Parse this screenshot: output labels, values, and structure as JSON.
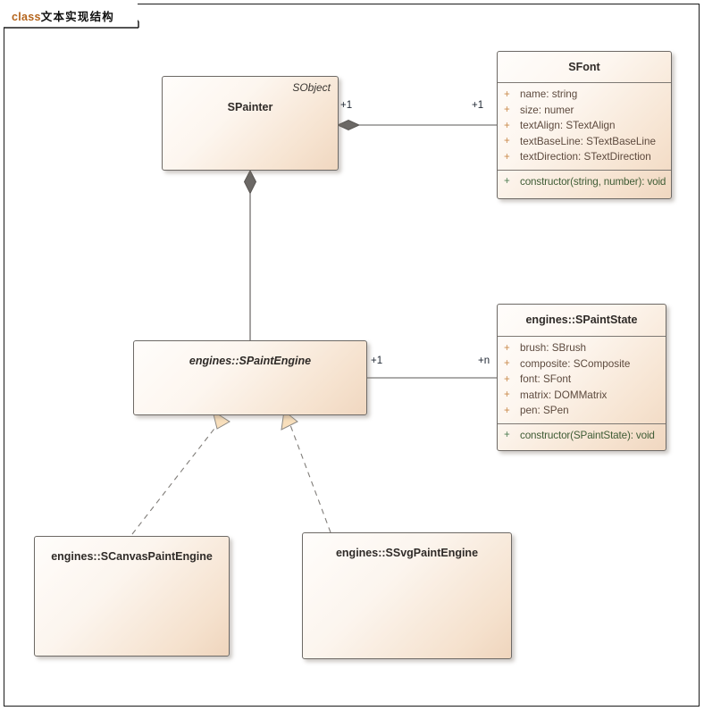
{
  "frame": {
    "tab_keyword": "class",
    "tab_title": "文本实现结构"
  },
  "colors": {
    "box_border": "#6e6a66",
    "box_fill_light": "#fffdfb",
    "box_fill_dark": "#f0d7c0",
    "attribute_text": "#5d4a3e",
    "attribute_visibility": "#c98a4b",
    "operation_text": "#3f5c35",
    "operation_visibility": "#4e7d52",
    "connector_line": "#5a5754",
    "diamond_fill": "#6b6865",
    "realization_arrow_fill": "#f8dfbc",
    "tab_keyword_color": "#b5651d"
  },
  "classes": [
    {
      "id": "spainter",
      "name": "SPainter",
      "stereotype": "SObject",
      "abstract": false,
      "attributes": [],
      "operations": []
    },
    {
      "id": "sfont",
      "name": "SFont",
      "stereotype": "",
      "abstract": false,
      "attributes": [
        {
          "visibility": "+",
          "text": "name: string"
        },
        {
          "visibility": "+",
          "text": "size: numer"
        },
        {
          "visibility": "+",
          "text": "textAlign: STextAlign"
        },
        {
          "visibility": "+",
          "text": "textBaseLine: STextBaseLine"
        },
        {
          "visibility": "+",
          "text": "textDirection: STextDirection"
        }
      ],
      "operations": [
        {
          "visibility": "+",
          "text": "constructor(string, number): void"
        }
      ]
    },
    {
      "id": "spaintengine",
      "name": "engines::SPaintEngine",
      "stereotype": "",
      "abstract": true,
      "attributes": [],
      "operations": []
    },
    {
      "id": "spaintstate",
      "name": "engines::SPaintState",
      "stereotype": "",
      "abstract": false,
      "attributes": [
        {
          "visibility": "+",
          "text": "brush: SBrush"
        },
        {
          "visibility": "+",
          "text": "composite: SComposite"
        },
        {
          "visibility": "+",
          "text": "font: SFont"
        },
        {
          "visibility": "+",
          "text": "matrix: DOMMatrix"
        },
        {
          "visibility": "+",
          "text": "pen: SPen"
        }
      ],
      "operations": [
        {
          "visibility": "+",
          "text": "constructor(SPaintState): void"
        }
      ]
    },
    {
      "id": "scanvaspaintengine",
      "name": "engines::SCanvasPaintEngine",
      "stereotype": "",
      "abstract": false,
      "attributes": [],
      "operations": []
    },
    {
      "id": "ssvgpaintengine",
      "name": "engines::SSvgPaintEngine",
      "stereotype": "",
      "abstract": false,
      "attributes": [],
      "operations": []
    }
  ],
  "relationships": [
    {
      "id": "painter-font",
      "type": "composition",
      "source": "SPainter",
      "target": "SFont",
      "source_multiplicity": "+1",
      "target_multiplicity": "+1"
    },
    {
      "id": "painter-engine",
      "type": "composition",
      "source": "SPainter",
      "target": "engines::SPaintEngine",
      "source_multiplicity": "",
      "target_multiplicity": ""
    },
    {
      "id": "engine-state",
      "type": "association",
      "source": "engines::SPaintEngine",
      "target": "engines::SPaintState",
      "source_multiplicity": "+1",
      "target_multiplicity": "+n"
    },
    {
      "id": "canvas-engine-realize",
      "type": "realization",
      "source": "engines::SCanvasPaintEngine",
      "target": "engines::SPaintEngine",
      "source_multiplicity": "",
      "target_multiplicity": ""
    },
    {
      "id": "svg-engine-realize",
      "type": "realization",
      "source": "engines::SSvgPaintEngine",
      "target": "engines::SPaintEngine",
      "source_multiplicity": "",
      "target_multiplicity": ""
    }
  ],
  "multiplicity_labels": {
    "painter_font_left": "+1",
    "painter_font_right": "+1",
    "engine_state_left": "+1",
    "engine_state_right": "+n"
  }
}
